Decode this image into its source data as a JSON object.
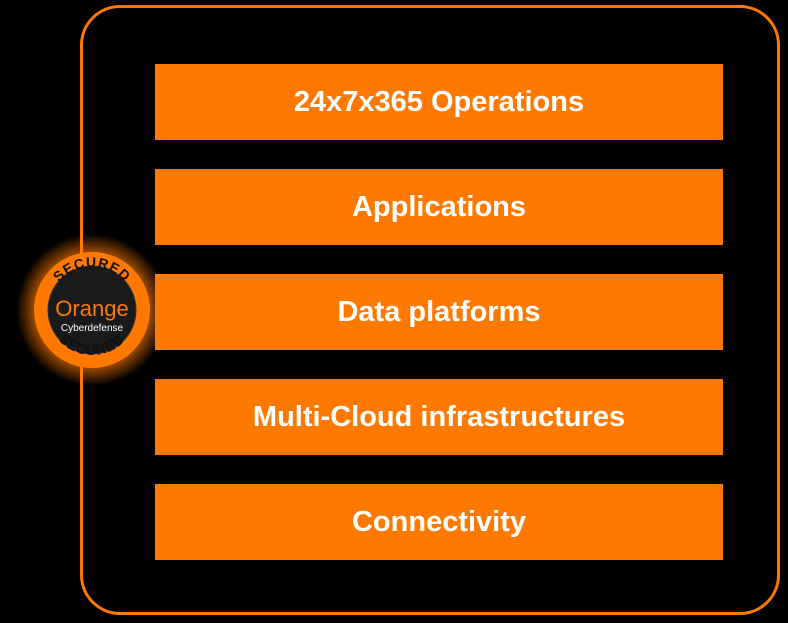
{
  "diagram": {
    "layers": [
      {
        "label": "24x7x365 Operations"
      },
      {
        "label": "Applications"
      },
      {
        "label": "Data platforms"
      },
      {
        "label": "Multi-Cloud infrastructures"
      },
      {
        "label": "Connectivity"
      }
    ]
  },
  "badge": {
    "top_text": "SECURED",
    "bottom_text": "SECURED",
    "brand": "Orange",
    "sub_brand": "Cyberdefense"
  },
  "colors": {
    "accent": "#ff7900",
    "background": "#000000",
    "text": "#ffffff"
  }
}
